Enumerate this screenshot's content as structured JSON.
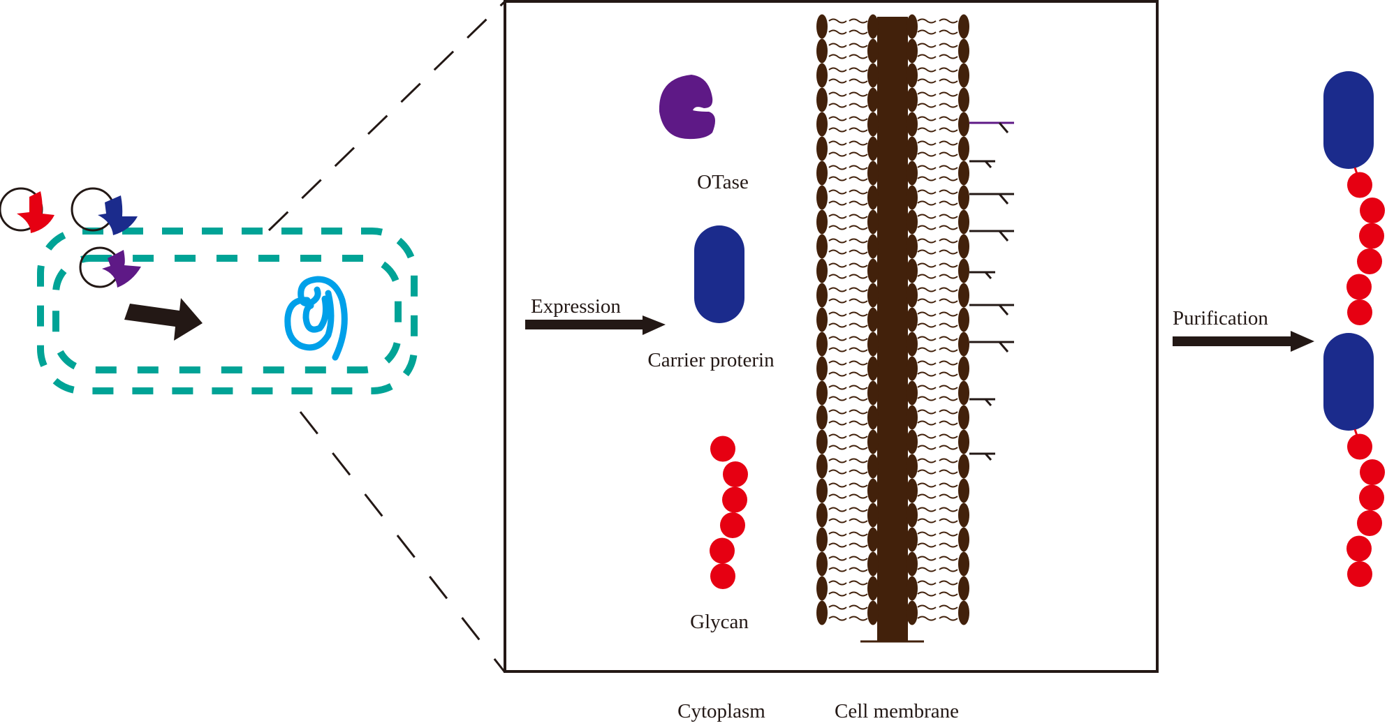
{
  "figure": {
    "title": "Glycoconjugate production workflow",
    "colors": {
      "teal_cell": "#00a396",
      "membrane": "#42210b",
      "carrier_protein": "#1b2b8c",
      "glycan": "#e60012",
      "otase": "#5e1986",
      "coil": "#00a0e9",
      "ink": "#231815"
    }
  },
  "cell": {
    "plasmids": [
      {
        "name": "glycan-plasmid",
        "color": "#e60012"
      },
      {
        "name": "carrier-protein-plasmid",
        "color": "#1b2b8c"
      },
      {
        "name": "otase-plasmid",
        "color": "#5e1986"
      }
    ]
  },
  "zoom_panel": {
    "arrow_label": "Expression",
    "otase_label": "OTase",
    "carrier_label": "Carrier proterin",
    "glycan_label": "Glycan",
    "glycan_units": 6,
    "lipid_carriers": [
      {
        "length": "long",
        "color": "#5e1986"
      },
      {
        "length": "short",
        "color": "#231815"
      },
      {
        "length": "long",
        "color": "#231815"
      },
      {
        "length": "long",
        "color": "#231815"
      },
      {
        "length": "short",
        "color": "#231815"
      },
      {
        "length": "long",
        "color": "#231815"
      },
      {
        "length": "long",
        "color": "#231815"
      },
      {
        "length": "short",
        "color": "#231815"
      },
      {
        "length": "short",
        "color": "#231815"
      }
    ]
  },
  "bottom_labels": {
    "cytoplasm": "Cytoplasm",
    "membrane": "Cell membrane"
  },
  "result": {
    "arrow_label": "Purification",
    "glycoproteins": 2,
    "glycan_units_each": 6
  }
}
